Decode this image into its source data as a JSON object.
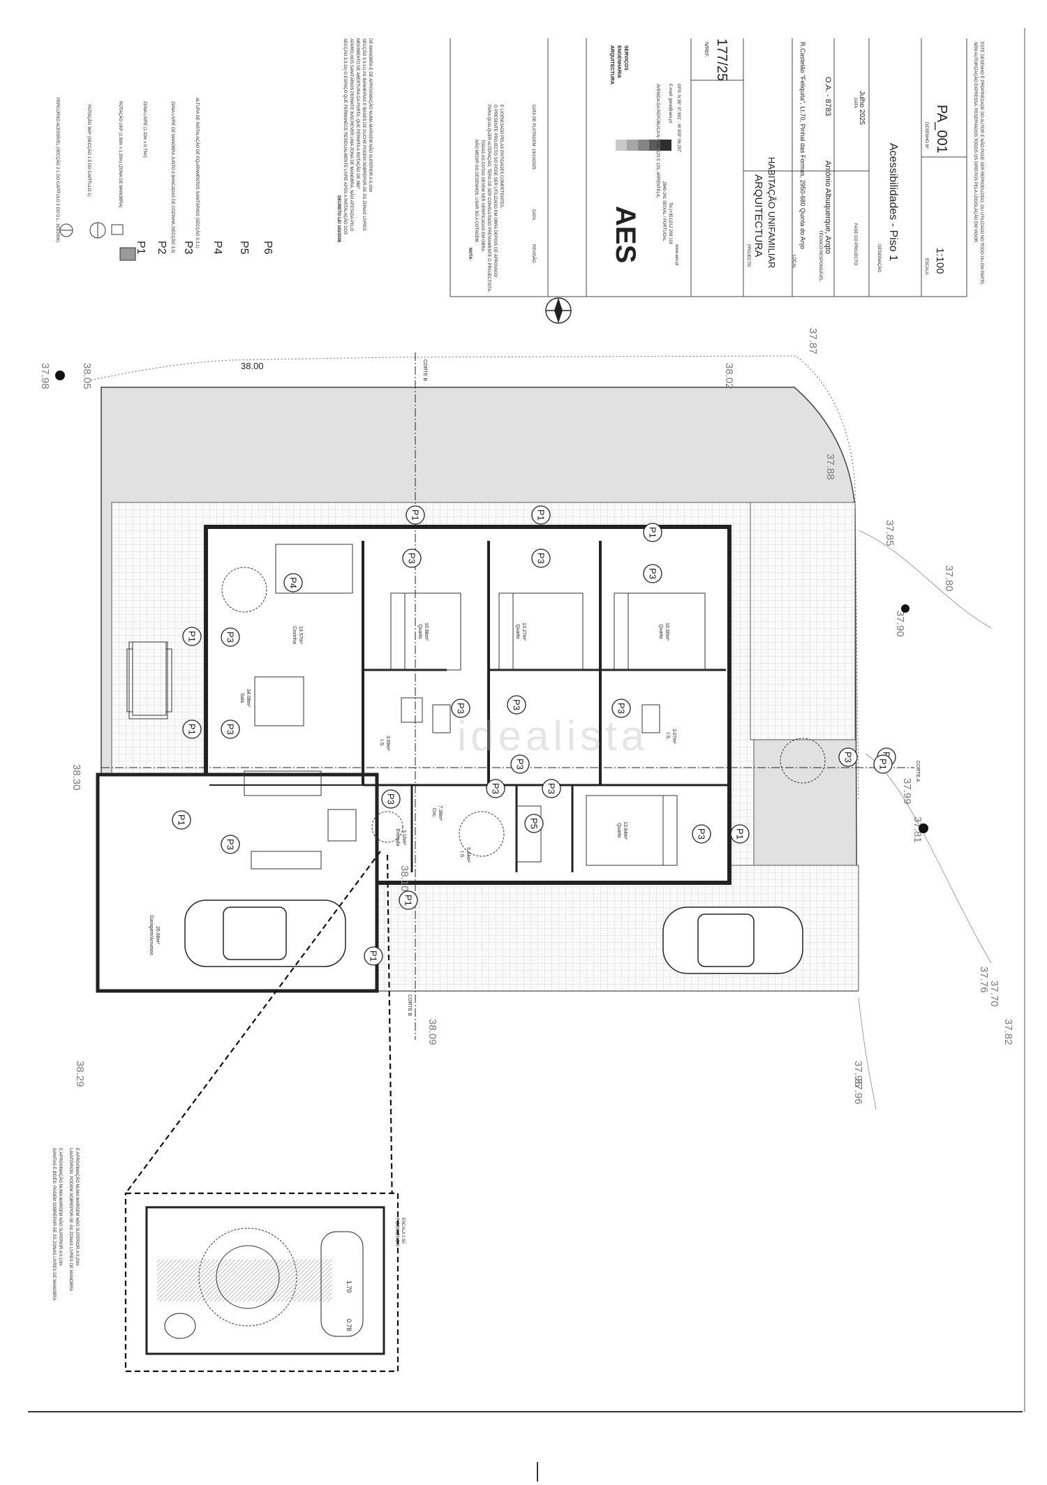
{
  "watermark": "idealista",
  "legend": {
    "symbols": [
      {
        "code": "P1",
        "text": "PERCURSO ACESSÍVEL (SECÇÃO 2.1 DO CAPÍTULO 2 DO D.L. 163/2006)"
      },
      {
        "code": "P2",
        "text": "ROTAÇÃO 360º (SECÇÃO 1.5 DO CAPÍTULO 1)"
      },
      {
        "code": "P3",
        "text": "ROTAÇÃO 180º (1.50m x 1.20m) (ZONA DE MANOBRA)"
      },
      {
        "code": "P4",
        "text": "ZONA LIVRE (1.20m x 0.75m)"
      },
      {
        "code": "P5",
        "text": "ZONA LIVRE DE MANOBRA JUNTO A BANCADAS DE COZINHA (SECÇÃO 3.3)"
      },
      {
        "code": "P6",
        "text": "ALTURA DE INSTALAÇÃO DE EQUIPAMENTOS SANITÁRIOS (SECÇÃO 3.3.1)"
      }
    ],
    "codes": [
      "P1",
      "P2",
      "P3",
      "P4",
      "P5",
      "P6"
    ]
  },
  "notes": {
    "decree_title": "DECRETO-LEI 163/2006",
    "decree_lines": [
      "SECÇÃO 3.3.1b) O ESPAÇO QUE PERMANECE RESIDUALMENTE LIVRE APÓS A INSTALAÇÃO DOS",
      "APARELHOS SANITÁRIOS PERMITE INSCREVER UMA ZONA DE MANOBRA, NÃO AFETADA PELO",
      "MOVIMENTO DE ABERTURA DA PORTA, QUE PERMITA A ROTAÇÃO DE 360º",
      "SECÇÃO 3.3.1c) AS BANHEIRAS E BASES DE DUCHE PODEM SOBREPOR-SE ÀS ZONAS LIVRES",
      "DE MANOBRA E DE APROXIMAÇÃO NUMA MARGEM NÃO SUPERIOR A 0,10m"
    ],
    "nota_title": "NOTA:",
    "nota_lines": [
      "NÃO MEDIR OS DESENHOS, USAR SÓ A COTAGEM.",
      "TODAS AS COTAS DEVEM SER VERIFICADAS EM OBRA.",
      "PARA QUALQUER ALTERAÇÃO, TERÁ DE SER CONSULTADO PREVIAMENTE O PROJECTISTA.",
      "O PRESENTE PROJECTO SÓ PODE SER UTILIZADO EM OBRA DEPOIS DE APROVADO",
      "E LICENCIADO PELAS ENTIDADES COMPETENTES."
    ],
    "revision_headers": [
      "REVISÃO",
      "DATA",
      "DATA DE PLOTAGEM: 13/10/2025"
    ]
  },
  "company": {
    "logo": "AES",
    "tagline": [
      "ARQUITECTURA",
      "ENGENHARIA",
      "SERVIÇOS"
    ],
    "address": "AVENIDA DA REPÚBLICA N.º 121, 123 E 125, ARRENTELA,",
    "city": "2840-241 SEIXAL / PORTUGAL",
    "phone": "Tel.(+351)212 208 118",
    "website": "www.aes.pt",
    "email": "E-mail: geral@aes.pt",
    "gps": "GPS: N 38° 37.591' - W 009° 06.297'"
  },
  "title_block": {
    "ref_label": "N/REF.",
    "ref": "177/25",
    "projecto_label": "PROJECTO",
    "projecto": "ARQUITECTURA",
    "projecto_sub": "HABITAÇÃO UNIFAMILIAR",
    "local_label": "LOCAL",
    "local": "R.Castelão \"Feliquita\", Lt.70, Pinhal das Formas, 2950-680 Quinta do Anjo",
    "tecnico_label": "TÉCNICO RESPONSÁVEL",
    "tecnico": "António Albuquerque, Arqto",
    "oa": "O.A. - 8783",
    "fase_label": "FASE DO PROJECTO",
    "data_label": "DATA",
    "data": "Julho 2025",
    "designacao_label": "DESIGNAÇÃO",
    "designacao": "Acessibilidades - Piso 1",
    "escala_label": "ESCALA",
    "escala": "1:100",
    "desenho_label": "DESENHO Nº",
    "desenho": "PA_001",
    "copyright": "ESTE DESENHO É PROPRIEDADE DO AUTOR E NÃO PODE SER REPRODUZIDO, OU UTILIZADO NO TODO OU EM PARTE, SEM AUTORIZAÇÃO EXPRESSA. RESERVADOS TODOS OS DIREITOS PELA LEGISLAÇÃO EM VIGOR."
  },
  "plan": {
    "corte_labels": [
      "CORTE B",
      "CORTE A"
    ],
    "dimension": "38.00",
    "levels": [
      "37.98",
      "38.05",
      "38.02",
      "37.87",
      "37.88",
      "37.85",
      "37.90",
      "37.80",
      "37.81",
      "37.99",
      "37.76",
      "37.70",
      "37.82",
      "37.96",
      "37.95",
      "38.09",
      "38.29",
      "38.30",
      "38.10"
    ],
    "rooms": [
      {
        "name": "Quarto",
        "area": "16.88m²"
      },
      {
        "name": "Quarto",
        "area": "13.27m²"
      },
      {
        "name": "Quarto",
        "area": "16.50m²"
      },
      {
        "name": "Quarto",
        "area": "13.84m²"
      },
      {
        "name": "Sala",
        "area": "34.08m²"
      },
      {
        "name": "Cozinha",
        "area": "13.57m²"
      },
      {
        "name": "I.S.",
        "area": "3.68m²"
      },
      {
        "name": "I.S.",
        "area": "3.07m²"
      },
      {
        "name": "Circ.",
        "area": "7.38m²"
      },
      {
        "name": "I.S.",
        "area": "5.44m²"
      },
      {
        "name": "Entrada",
        "area": "3.16m²"
      },
      {
        "name": "Garagem/Arrumos",
        "area": "26.68m²"
      }
    ],
    "markers": [
      "P1",
      "P1",
      "P1",
      "P1",
      "P1",
      "P1",
      "P1",
      "P1",
      "P1",
      "P1",
      "P1",
      "P3",
      "P3",
      "P3",
      "P3",
      "P3",
      "P3",
      "P3",
      "P3",
      "P3",
      "P3",
      "P3",
      "P3",
      "P3",
      "P3",
      "P3",
      "P4",
      "P5"
    ]
  },
  "detail": {
    "note1": "SANITAS E BIDÉS: PODEM SOBREPOR-SE ÀS ZONAS LIVRES DE MANOBRA",
    "note1b": "E APROXIMAÇÃO NUMA MARGEM NÃO SUPERIOR A 0,10m",
    "note2": "LAVATÓRIOS: PODEM SOBREPOR-SE ÀS ZONAS LIVRES DE MANOBRA",
    "note2b": "E APROXIMAÇÃO NUMA MARGEM NÃO SUPERIOR A 0,20m",
    "label": "PORMENOR",
    "scale": "ESCALA 1:50",
    "dim1": "1.70",
    "dim2": "0.78"
  }
}
